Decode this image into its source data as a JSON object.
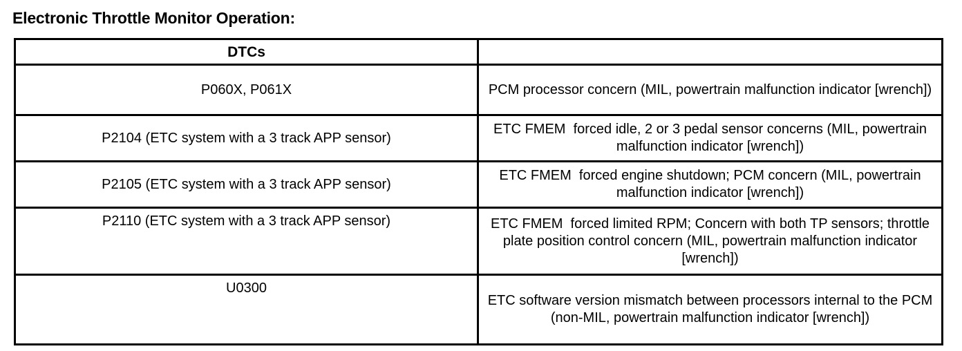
{
  "document": {
    "title": "Electronic Throttle Monitor Operation:"
  },
  "table": {
    "headers": {
      "dtc": "DTCs",
      "description": ""
    },
    "rows": [
      {
        "dtc": "P060X, P061X",
        "description": "PCM processor concern (MIL, powertrain malfunction indicator [wrench])"
      },
      {
        "dtc": "P2104 (ETC system with a 3 track APP sensor)",
        "description": "ETC FMEM  forced idle, 2 or 3 pedal sensor concerns (MIL, powertrain malfunction indicator [wrench])"
      },
      {
        "dtc": "P2105 (ETC system with a 3 track APP sensor)",
        "description": "ETC FMEM  forced engine shutdown; PCM concern (MIL, powertrain malfunction indicator [wrench])"
      },
      {
        "dtc": "P2110 (ETC system with a 3 track APP sensor)",
        "description": "ETC FMEM  forced limited RPM; Concern with both TP sensors; throttle plate position control concern (MIL, powertrain malfunction indicator [wrench])"
      },
      {
        "dtc": "U0300",
        "description": "ETC software version mismatch between processors internal to the PCM (non-MIL, powertrain malfunction indicator [wrench])"
      }
    ]
  },
  "style": {
    "text_color": "#000000",
    "background_color": "#ffffff",
    "border_color": "#000000"
  }
}
